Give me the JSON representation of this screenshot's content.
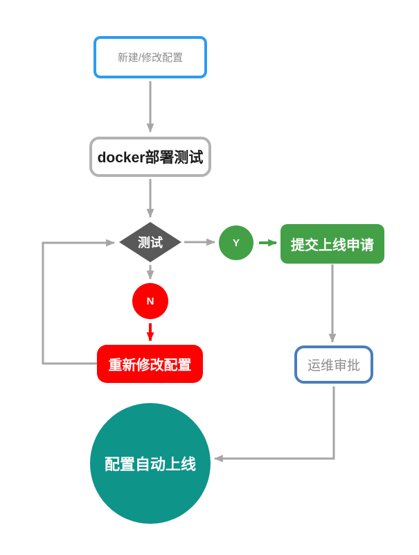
{
  "nodes": {
    "new_config": {
      "label": "新建/修改配置"
    },
    "docker_test": {
      "label": "docker部署测试"
    },
    "decision": {
      "label": "测试"
    },
    "yes_badge": {
      "label": "Y"
    },
    "submit": {
      "label": "提交上线申请"
    },
    "no_badge": {
      "label": "N"
    },
    "remodify": {
      "label": "重新修改配置"
    },
    "ops_approval": {
      "label": "运维审批"
    },
    "auto_online": {
      "label": "配置自动上线"
    }
  },
  "colors": {
    "canvas_bg": "#ffffff",
    "node_bg": "#ffffff",
    "start_border_blue": "#2b9cf2",
    "process_border_gray": "#b3b3b3",
    "approval_border_blue": "#4a7ebb",
    "muted_text_gray": "#8c8c8c",
    "dark_text": "#1a1a1a",
    "decision_fill_gray": "#595959",
    "yes_green": "#43a047",
    "no_red": "#fe0000",
    "final_teal": "#0f9489",
    "connector_gray": "#a6a6a6"
  }
}
